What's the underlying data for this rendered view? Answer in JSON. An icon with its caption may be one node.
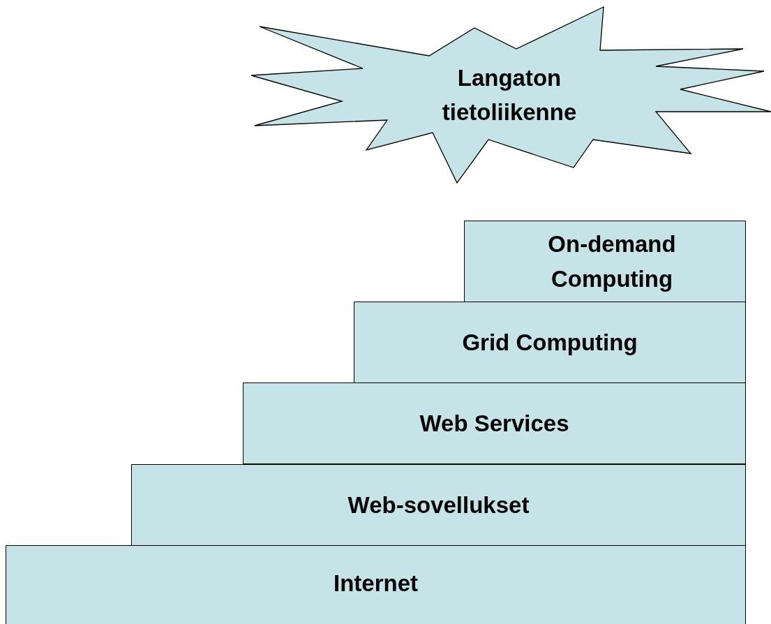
{
  "diagram": {
    "nodes": [
      {
        "text": [
          "Langaton tietoliikenne"
        ]
      },
      {
        "text": [
          "On-demand Computing"
        ]
      },
      {
        "text": [
          "Grid Computing"
        ]
      },
      {
        "text": [
          "Web Services"
        ]
      },
      {
        "text": [
          "Web-sovellukset"
        ]
      },
      {
        "text": [
          "Internet"
        ]
      }
    ]
  }
}
